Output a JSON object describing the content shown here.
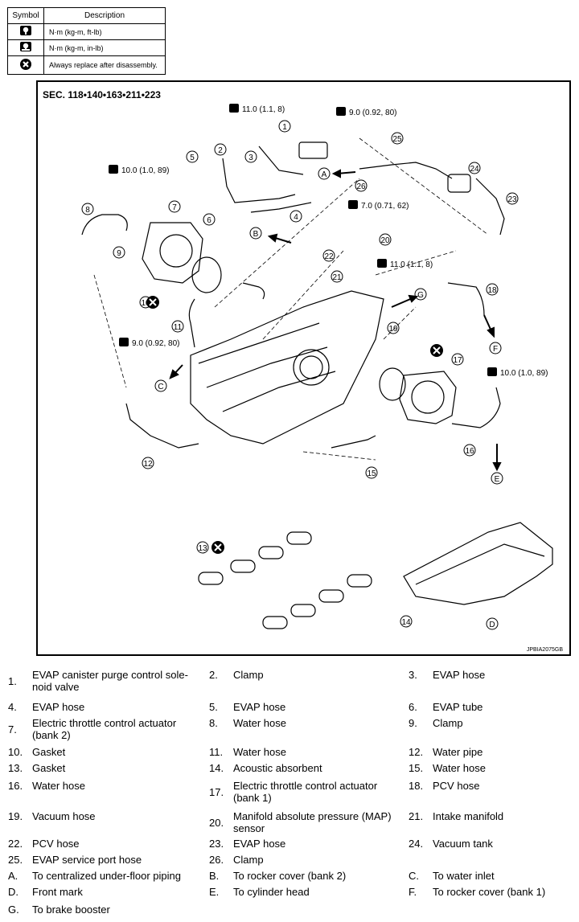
{
  "symbol_table": {
    "header": {
      "symbol": "Symbol",
      "description": "Description"
    },
    "rows": [
      {
        "icon": "torque-wrench-ftlb-icon",
        "description": "N·m (kg-m, ft-lb)"
      },
      {
        "icon": "torque-wrench-inlb-icon",
        "description": "N·m (kg-m, in-lb)"
      },
      {
        "icon": "replace-x-icon",
        "description": "Always replace after disassembly."
      }
    ]
  },
  "diagram": {
    "section": "SEC. 118•140•163•211•223",
    "ref_code": "JPBIA2075GB",
    "torques": [
      "11.0 (1.1, 8)",
      "9.0 (0.92, 80)",
      "10.0 (1.0, 89)",
      "7.0 (0.71, 62)",
      "11.0 (1.1, 8)",
      "9.0 (0.92, 80)",
      "10.0 (1.0, 89)"
    ],
    "callouts": [
      "1",
      "2",
      "3",
      "4",
      "5",
      "6",
      "7",
      "8",
      "9",
      "10",
      "11",
      "12",
      "13",
      "14",
      "15",
      "16",
      "17",
      "18",
      "19",
      "20",
      "21",
      "22",
      "23",
      "24",
      "25",
      "26"
    ],
    "letters": [
      "A",
      "B",
      "C",
      "D",
      "E",
      "F",
      "G"
    ]
  },
  "legend": [
    [
      {
        "num": "1.",
        "text": "EVAP canister purge control sole-noid valve"
      },
      {
        "num": "2.",
        "text": "Clamp"
      },
      {
        "num": "3.",
        "text": "EVAP hose"
      }
    ],
    [
      {
        "num": "4.",
        "text": "EVAP hose"
      },
      {
        "num": "5.",
        "text": "EVAP hose"
      },
      {
        "num": "6.",
        "text": "EVAP tube"
      }
    ],
    [
      {
        "num": "7.",
        "text": "Electric throttle control actuator (bank 2)"
      },
      {
        "num": "8.",
        "text": "Water hose"
      },
      {
        "num": "9.",
        "text": "Clamp"
      }
    ],
    [
      {
        "num": "10.",
        "text": "Gasket"
      },
      {
        "num": "11.",
        "text": "Water hose"
      },
      {
        "num": "12.",
        "text": "Water pipe"
      }
    ],
    [
      {
        "num": "13.",
        "text": "Gasket"
      },
      {
        "num": "14.",
        "text": "Acoustic absorbent"
      },
      {
        "num": "15.",
        "text": "Water hose"
      }
    ],
    [
      {
        "num": "16.",
        "text": "Water hose"
      },
      {
        "num": "17.",
        "text": "Electric throttle control actuator (bank 1)"
      },
      {
        "num": "18.",
        "text": "PCV hose"
      }
    ],
    [
      {
        "num": "19.",
        "text": "Vacuum hose"
      },
      {
        "num": "20.",
        "text": "Manifold absolute pressure (MAP) sensor"
      },
      {
        "num": "21.",
        "text": "Intake manifold"
      }
    ],
    [
      {
        "num": "22.",
        "text": "PCV hose"
      },
      {
        "num": "23.",
        "text": "EVAP hose"
      },
      {
        "num": "24.",
        "text": "Vacuum tank"
      }
    ],
    [
      {
        "num": "25.",
        "text": "EVAP service port hose"
      },
      {
        "num": "26.",
        "text": "Clamp"
      },
      {
        "num": "",
        "text": ""
      }
    ],
    [
      {
        "num": "A.",
        "text": "To centralized under-floor piping"
      },
      {
        "num": "B.",
        "text": "To rocker cover (bank 2)"
      },
      {
        "num": "C.",
        "text": "To water inlet"
      }
    ],
    [
      {
        "num": "D.",
        "text": "Front mark"
      },
      {
        "num": "E.",
        "text": "To cylinder head"
      },
      {
        "num": "F.",
        "text": "To rocker cover (bank 1)"
      }
    ],
    [
      {
        "num": "G.",
        "text": "To brake booster"
      },
      {
        "num": "",
        "text": ""
      },
      {
        "num": "",
        "text": ""
      }
    ]
  ]
}
